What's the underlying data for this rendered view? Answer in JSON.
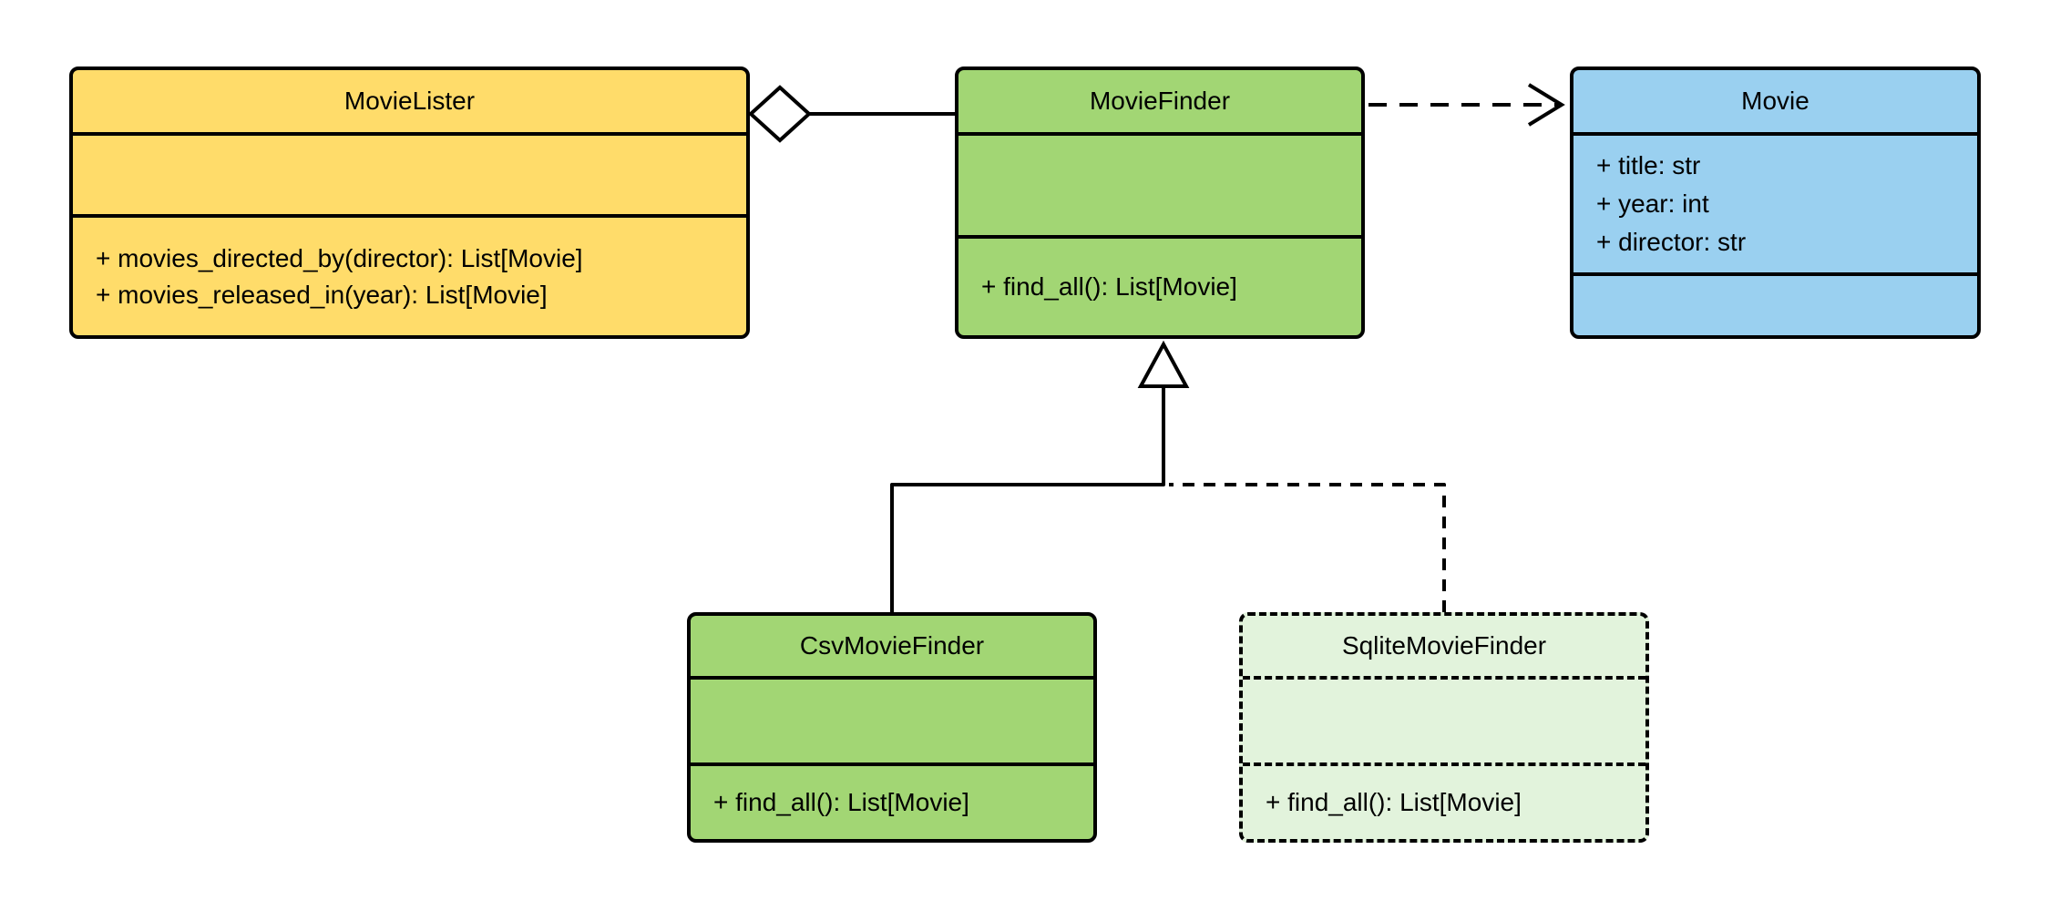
{
  "diagram": {
    "kind": "uml-class-diagram",
    "background_color": "#ffffff",
    "stroke_color": "#000000",
    "classes": [
      {
        "name": "MovieLister",
        "fill": "#FFDC6A",
        "border_style": "solid",
        "attributes": [],
        "methods": [
          "+ movies_directed_by(director): List[Movie]",
          "+ movies_released_in(year): List[Movie]"
        ]
      },
      {
        "name": "MovieFinder",
        "fill": "#A2D674",
        "border_style": "solid",
        "attributes": [],
        "methods": [
          "+ find_all(): List[Movie]"
        ]
      },
      {
        "name": "Movie",
        "fill": "#9AD0F0",
        "border_style": "solid",
        "attributes": [
          "+ title: str",
          "+ year: int",
          "+ director: str"
        ],
        "methods": []
      },
      {
        "name": "CsvMovieFinder",
        "fill": "#A2D674",
        "border_style": "solid",
        "attributes": [],
        "methods": [
          "+ find_all(): List[Movie]"
        ]
      },
      {
        "name": "SqliteMovieFinder",
        "fill": "#E2F3DC",
        "border_style": "dashed",
        "attributes": [],
        "methods": [
          "+ find_all(): List[Movie]"
        ]
      }
    ],
    "relationships": [
      {
        "from": "MovieLister",
        "to": "MovieFinder",
        "type": "aggregation",
        "line": "solid",
        "marker": "hollow-diamond at MovieLister"
      },
      {
        "from": "MovieFinder",
        "to": "Movie",
        "type": "dependency",
        "line": "dashed",
        "marker": "open-arrow at Movie"
      },
      {
        "from": "CsvMovieFinder",
        "to": "MovieFinder",
        "type": "generalization",
        "line": "solid",
        "marker": "hollow-triangle at MovieFinder"
      },
      {
        "from": "SqliteMovieFinder",
        "to": "MovieFinder",
        "type": "generalization",
        "line": "dashed",
        "marker": "hollow-triangle at MovieFinder"
      }
    ]
  }
}
